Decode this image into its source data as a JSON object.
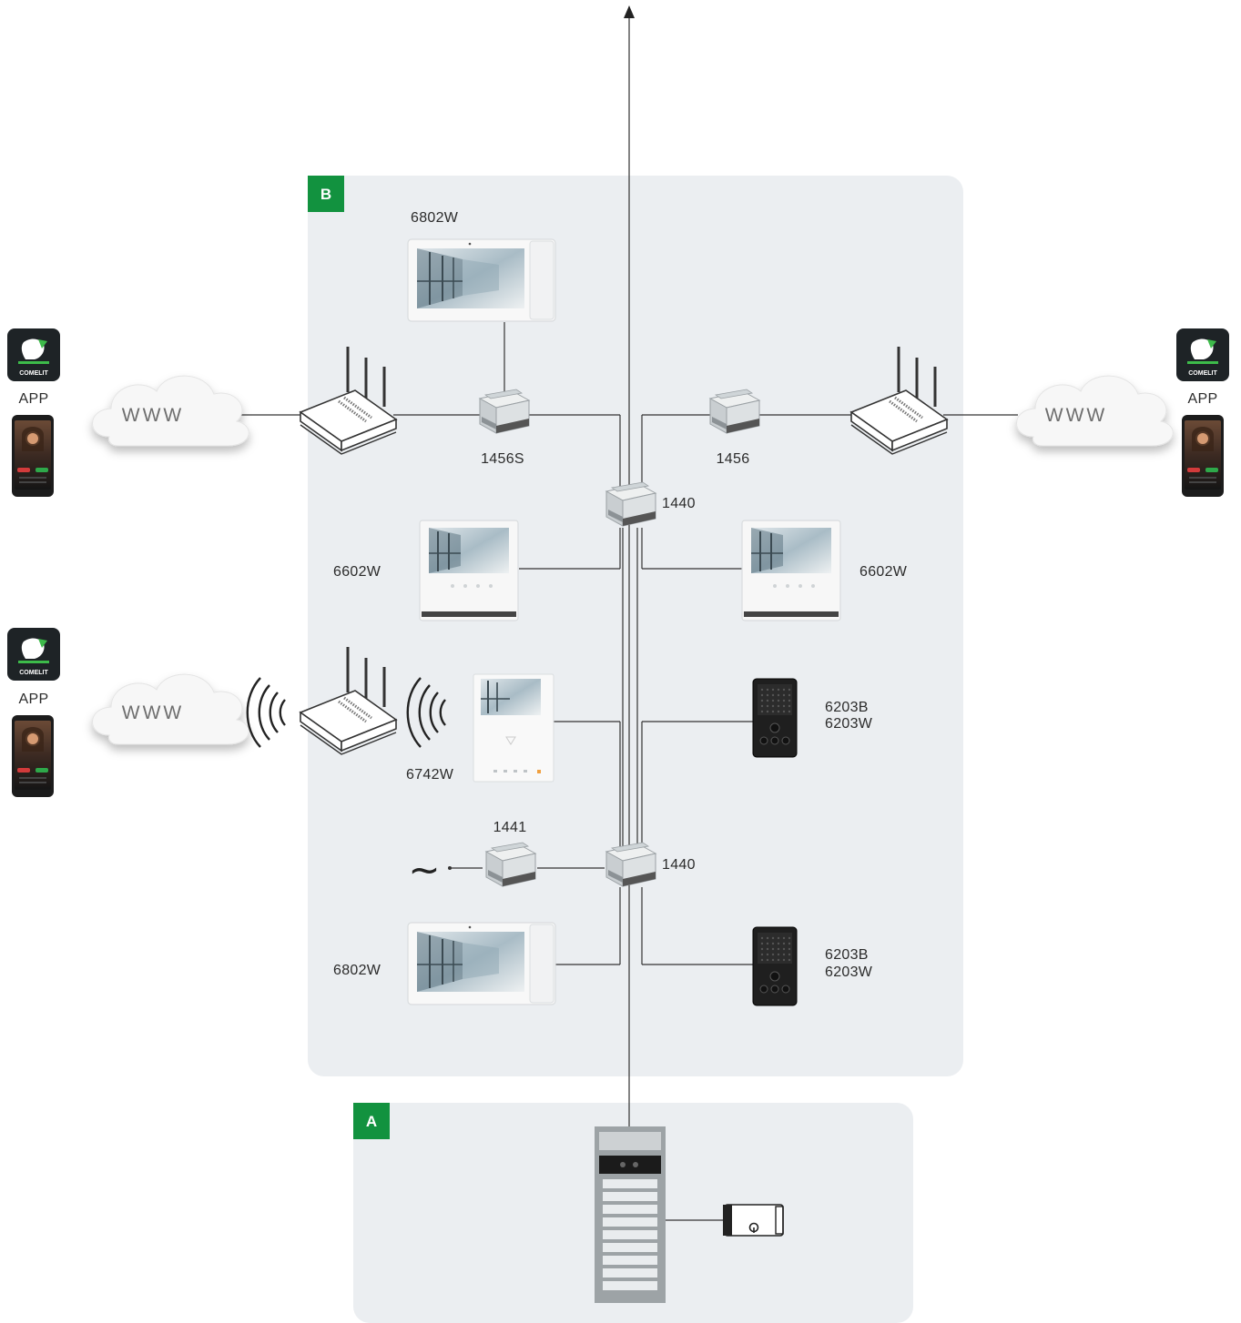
{
  "zones": {
    "b": {
      "badge": "B",
      "color": "#12923f"
    },
    "a": {
      "badge": "A",
      "color": "#12923f"
    }
  },
  "devices": {
    "monitor_top": "6802W",
    "power_adapter_left": "1456S",
    "power_adapter_right": "1456",
    "distributor_top": "1440",
    "monitor_mid_left": "6602W",
    "monitor_mid_right": "6602W",
    "monitor_wifi": "6742W",
    "outdoor_station_1": [
      "6203B",
      "6203W"
    ],
    "power_supply": "1441",
    "distributor_bottom": "1440",
    "monitor_bottom": "6802W",
    "outdoor_station_2": [
      "6203B",
      "6203W"
    ]
  },
  "clouds": {
    "left_top": "WWW",
    "right_top": "WWW",
    "left_bottom": "WWW"
  },
  "apps": {
    "left_top": "APP",
    "right_top": "APP",
    "left_bottom": "APP",
    "logo_text": "COMELIT"
  },
  "mains_symbol": "~",
  "colors": {
    "zone_bg": "#ebeef1",
    "badge_green": "#12923f",
    "wire": "#333333"
  }
}
